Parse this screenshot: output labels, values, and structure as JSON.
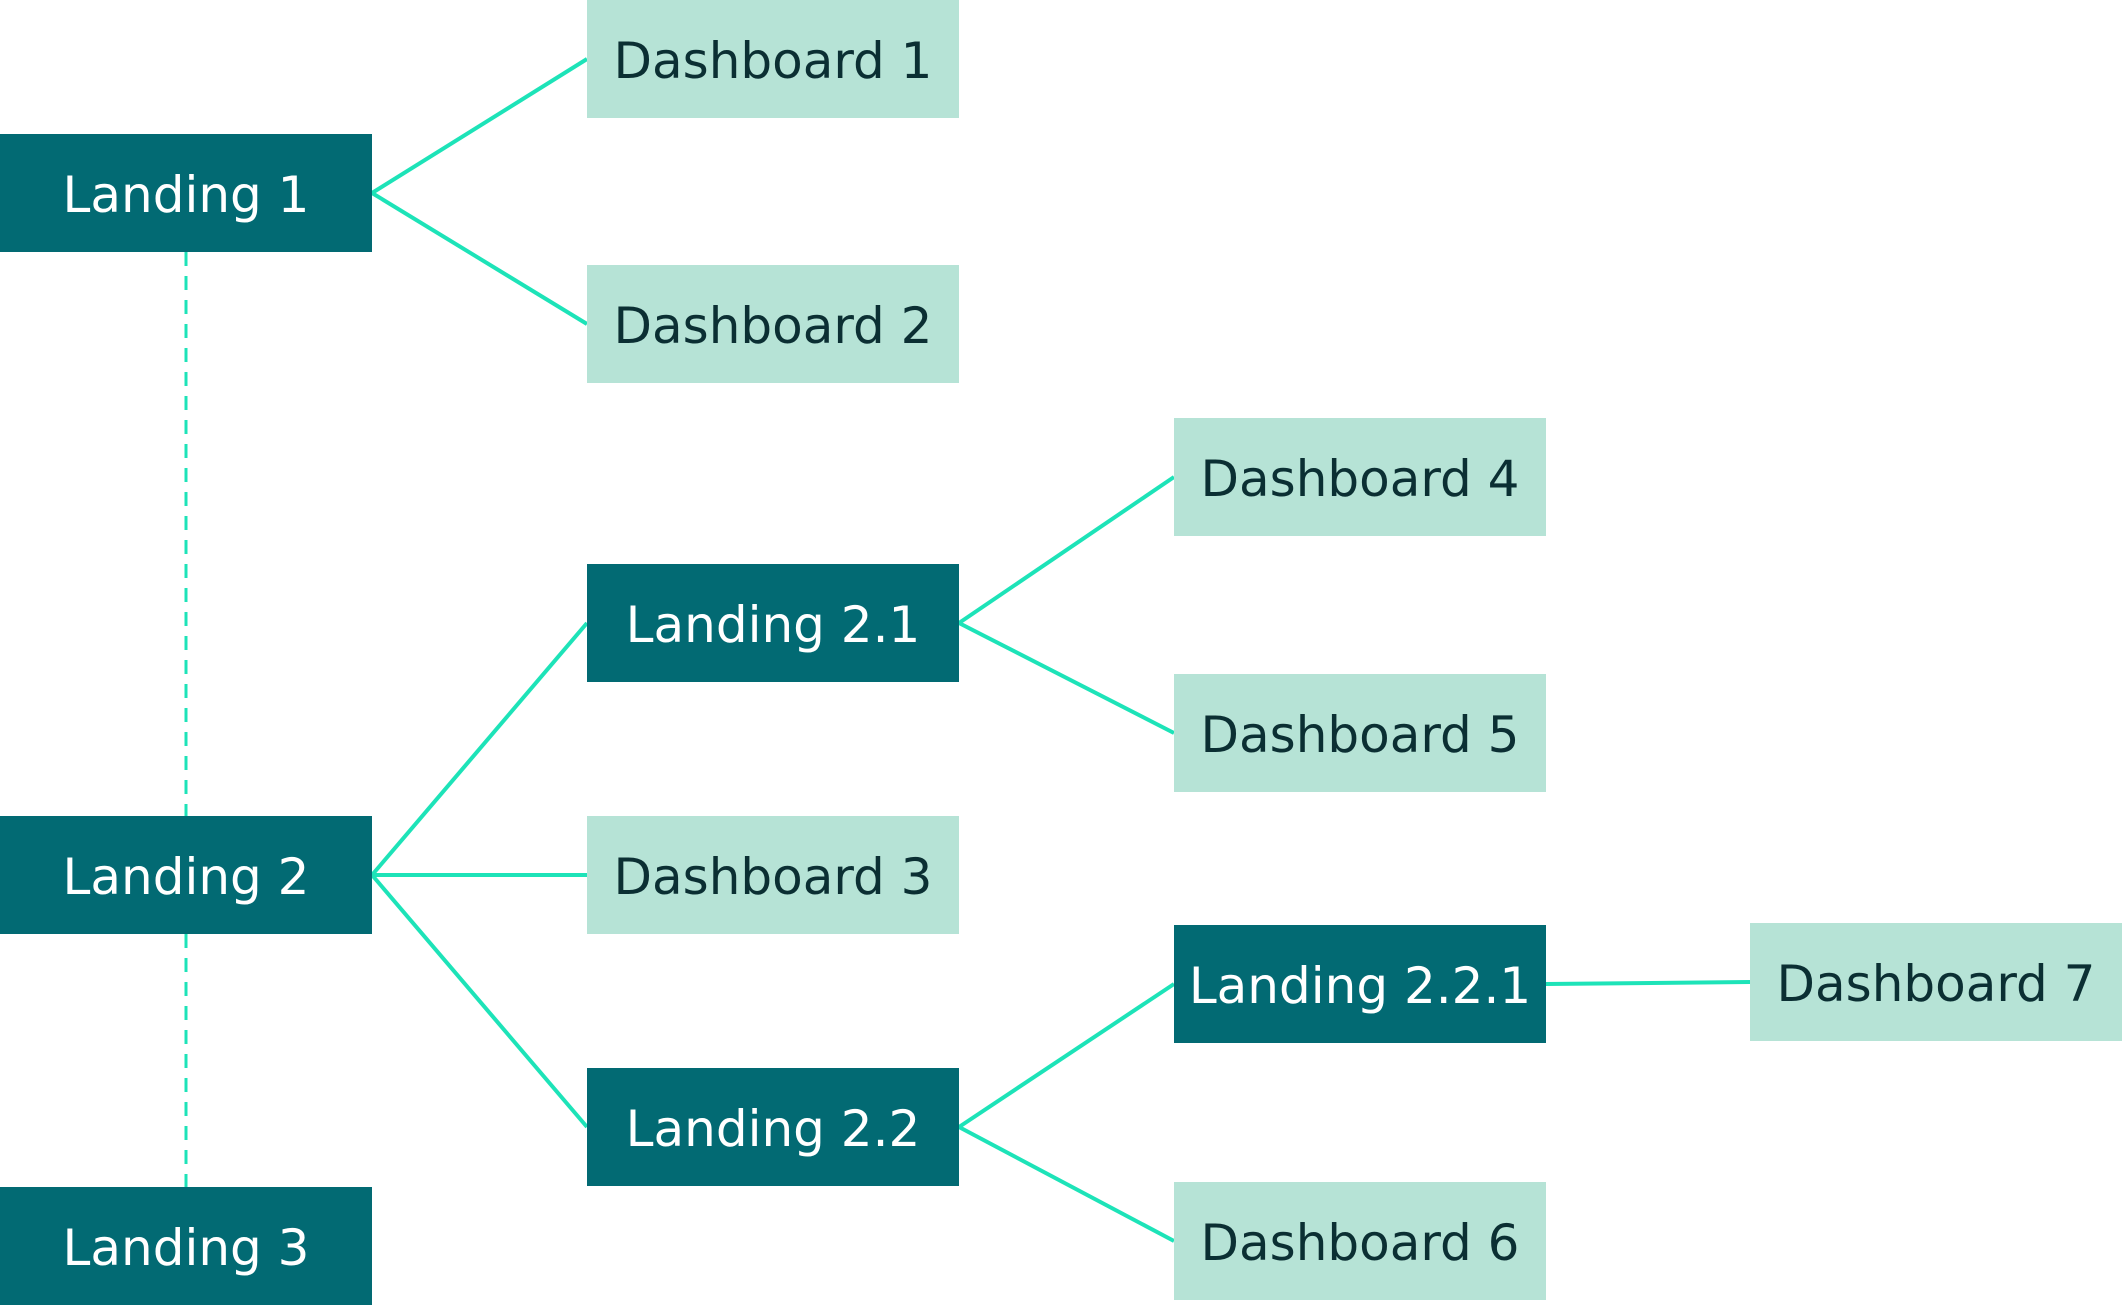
{
  "colors": {
    "landing_fill": "#026a73",
    "landing_text": "#ffffff",
    "dashboard_fill": "#b6e3d6",
    "dashboard_text": "#0b2f33",
    "connector": "#1de3b8",
    "background": "#ffffff"
  },
  "nodes": [
    {
      "id": "landing-1",
      "label": "Landing 1",
      "kind": "landing"
    },
    {
      "id": "landing-2",
      "label": "Landing 2",
      "kind": "landing"
    },
    {
      "id": "landing-3",
      "label": "Landing 3",
      "kind": "landing"
    },
    {
      "id": "landing-2-1",
      "label": "Landing 2.1",
      "kind": "landing"
    },
    {
      "id": "landing-2-2",
      "label": "Landing 2.2",
      "kind": "landing"
    },
    {
      "id": "landing-2-2-1",
      "label": "Landing 2.2.1",
      "kind": "landing"
    },
    {
      "id": "dashboard-1",
      "label": "Dashboard 1",
      "kind": "dashboard"
    },
    {
      "id": "dashboard-2",
      "label": "Dashboard 2",
      "kind": "dashboard"
    },
    {
      "id": "dashboard-3",
      "label": "Dashboard 3",
      "kind": "dashboard"
    },
    {
      "id": "dashboard-4",
      "label": "Dashboard 4",
      "kind": "dashboard"
    },
    {
      "id": "dashboard-5",
      "label": "Dashboard 5",
      "kind": "dashboard"
    },
    {
      "id": "dashboard-6",
      "label": "Dashboard 6",
      "kind": "dashboard"
    },
    {
      "id": "dashboard-7",
      "label": "Dashboard 7",
      "kind": "dashboard"
    }
  ],
  "edges": [
    {
      "from": "landing-1",
      "to": "dashboard-1",
      "style": "solid"
    },
    {
      "from": "landing-1",
      "to": "dashboard-2",
      "style": "solid"
    },
    {
      "from": "landing-2",
      "to": "landing-2-1",
      "style": "solid"
    },
    {
      "from": "landing-2",
      "to": "dashboard-3",
      "style": "solid"
    },
    {
      "from": "landing-2",
      "to": "landing-2-2",
      "style": "solid"
    },
    {
      "from": "landing-2-1",
      "to": "dashboard-4",
      "style": "solid"
    },
    {
      "from": "landing-2-1",
      "to": "dashboard-5",
      "style": "solid"
    },
    {
      "from": "landing-2-2",
      "to": "landing-2-2-1",
      "style": "solid"
    },
    {
      "from": "landing-2-2",
      "to": "dashboard-6",
      "style": "solid"
    },
    {
      "from": "landing-2-2-1",
      "to": "dashboard-7",
      "style": "solid"
    },
    {
      "from": "landing-1",
      "to": "landing-2",
      "style": "dashed"
    },
    {
      "from": "landing-2",
      "to": "landing-3",
      "style": "dashed"
    }
  ]
}
